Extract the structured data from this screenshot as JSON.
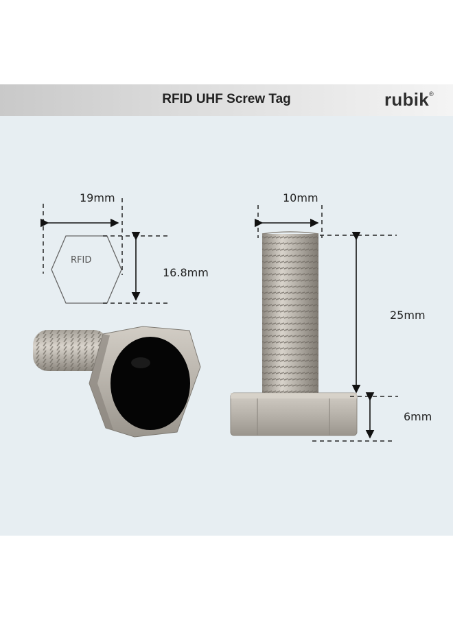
{
  "header": {
    "title": "RFID UHF Screw Tag",
    "logo_text": "rubik",
    "logo_mark": "®"
  },
  "hex_view": {
    "label": "RFID",
    "width_label": "19mm",
    "height_label": "16.8mm"
  },
  "side_view": {
    "diameter_label": "10mm",
    "thread_length_label": "25mm",
    "head_height_label": "6mm"
  },
  "colors": {
    "background": "#e7eef2",
    "metal": "#b3aea6",
    "tag_face": "#050505",
    "dim_line": "#111111"
  }
}
